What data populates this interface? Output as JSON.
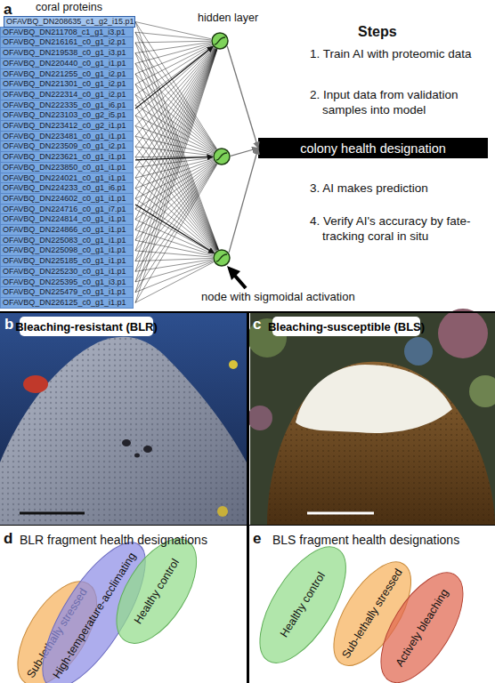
{
  "diagram": {
    "nodes": [
      {
        "text": [
          "coral proteins"
        ]
      },
      {
        "text": [
          "OFAVBQ_DN208635_c1_g2_i15.p1"
        ],
        "in": 0
      },
      {
        "text": [
          "OFAVBQ_DN211708_c1_g1_i3.p1"
        ],
        "in": 0
      },
      {
        "text": [
          "OFAVBQ_DN216161_c0_g1_i2.p1"
        ],
        "in": 0
      },
      {
        "text": [
          "OFAVBQ_DN219538_c0_g1_i3.p1"
        ],
        "in": 0
      },
      {
        "text": [
          "OFAVBQ_DN220440_c0_g1_i1.p1"
        ],
        "in": 0
      },
      {
        "text": [
          "OFAVBQ_DN221255_c0_g1_i2.p1"
        ],
        "in": 0
      },
      {
        "text": [
          "OFAVBQ_DN221301_c0_g1_i2.p1"
        ],
        "in": 0
      },
      {
        "text": [
          "OFAVBQ_DN222314_c0_g1_i2.p1"
        ],
        "in": 0
      },
      {
        "text": [
          "OFAVBQ_DN222335_c0_g1_i6.p1"
        ],
        "in": 0
      },
      {
        "text": [
          "OFAVBQ_DN223103_c0_g2_i5.p1"
        ],
        "in": 0
      },
      {
        "text": [
          "OFAVBQ_DN223412_c0_g2_i1.p1"
        ],
        "in": 0
      },
      {
        "text": [
          "OFAVBQ_DN223481_c0_g1_i1.p1"
        ],
        "in": 0
      },
      {
        "text": [
          "OFAVBQ_DN223509_c0_g1_i2.p1"
        ],
        "in": 0
      },
      {
        "text": [
          "OFAVBQ_DN223621_c0_g1_i1.p1"
        ],
        "in": 0
      },
      {
        "text": [
          "OFAVBQ_DN223850_c0_g1_i1.p1"
        ],
        "in": 0
      },
      {
        "text": [
          "OFAVBQ_DN224021_c0_g1_i1.p1"
        ],
        "in": 0
      },
      {
        "text": [
          "OFAVBQ_DN224233_c0_g1_i6.p1"
        ],
        "in": 0
      },
      {
        "text": [
          "OFAVBQ_DN224602_c0_g1_i1.p1"
        ],
        "in": 0
      },
      {
        "text": [
          "OFAVBQ_DN224716_c0_g1_i7.p1"
        ],
        "in": 0
      },
      {
        "text": [
          "OFAVBQ_DN224814_c0_g1_i1.p1"
        ],
        "in": 0
      },
      {
        "text": [
          "OFAVBQ_DN224866_c0_g1_i1.p1"
        ],
        "in": 0
      },
      {
        "text": [
          "OFAVBQ_DN225083_c0_g1_i1.p1"
        ],
        "in": 0
      },
      {
        "text": [
          "OFAVBQ_DN225098_c0_g1_i1.p1"
        ],
        "in": 0
      },
      {
        "text": [
          "OFAVBQ_DN225185_c0_g1_i1.p1"
        ],
        "in": 0
      },
      {
        "text": [
          "OFAVBQ_DN225230_c0_g1_i1.p1"
        ],
        "in": 0
      },
      {
        "text": [
          "OFAVBQ_DN225395_c0_g1_i3.p1"
        ],
        "in": 0
      },
      {
        "text": [
          "OFAVBQ_DN225479_c0_g1_i1.p1"
        ],
        "in": 0
      },
      {
        "text": [
          "OFAVBQ_DN226125_c0_g1_i1.p1"
        ],
        "in": 0
      },
      {
        "text": []
      },
      {
        "text": []
      },
      {
        "text": []
      },
      {
        "text": [
          "colony health designation"
        ]
      },
      {
        "text": [
          "Bleaching-resistant (BLR)"
        ]
      },
      {
        "text": [
          "Bleaching-susceptible (BLS)"
        ]
      },
      {
        "text": [
          "Sub-lethally stressed"
        ]
      },
      {
        "text": [
          "High-temperature-acclimating"
        ]
      },
      {
        "text": [
          "Healthy control"
        ]
      },
      {
        "text": [
          "Healthy control"
        ]
      },
      {
        "text": [
          "Sub-lethally stressed"
        ]
      },
      {
        "text": [
          "Actively bleaching"
        ]
      }
    ],
    "edges": [
      {
        "from": 0,
        "to": 29,
        "arrow": "to"
      },
      {
        "from": 0,
        "to": 30,
        "arrow": "to"
      },
      {
        "from": 0,
        "to": 31,
        "arrow": "to"
      },
      {
        "from": 29,
        "to": 32,
        "arrow": "to"
      },
      {
        "from": 30,
        "to": 32,
        "arrow": "to"
      },
      {
        "from": 31,
        "to": 32,
        "arrow": "to"
      }
    ],
    "labels": [
      "a",
      "hidden layer",
      "Steps",
      "1. Train AI with proteomic data",
      "2. Input data from validation samples into model",
      "3. AI makes prediction",
      "4. Verify AI's accuracy by fate-tracking coral in situ",
      "node with sigmoidal activation",
      "b",
      "c",
      "d",
      "BLR fragment health designations",
      "e",
      "BLS fragment health designations"
    ]
  }
}
